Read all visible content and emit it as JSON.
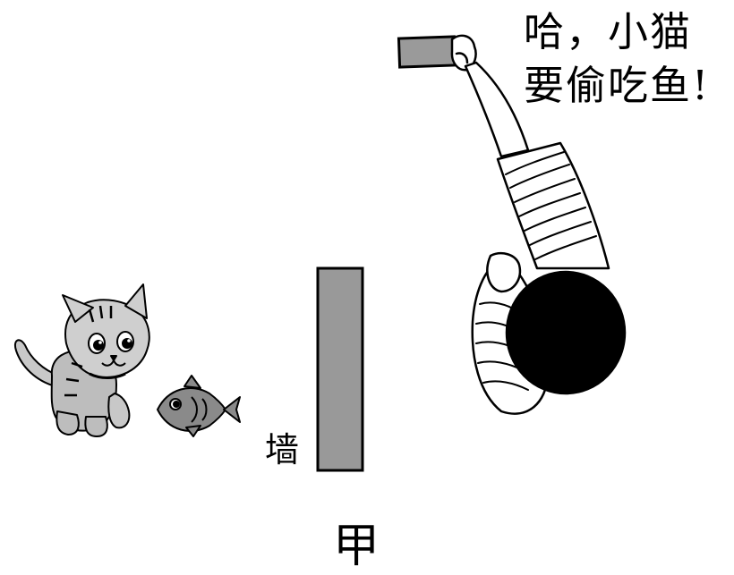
{
  "speech_bubble": {
    "line1": "哈，小猫",
    "line2": "要偷吃鱼!"
  },
  "wall": {
    "label": "墙",
    "fill_color": "#999999"
  },
  "figure_caption": "甲",
  "icons": {
    "cat": "cat-icon",
    "fish": "fish-icon",
    "person": "person-topdown-icon",
    "mirror": "mirror-icon"
  }
}
